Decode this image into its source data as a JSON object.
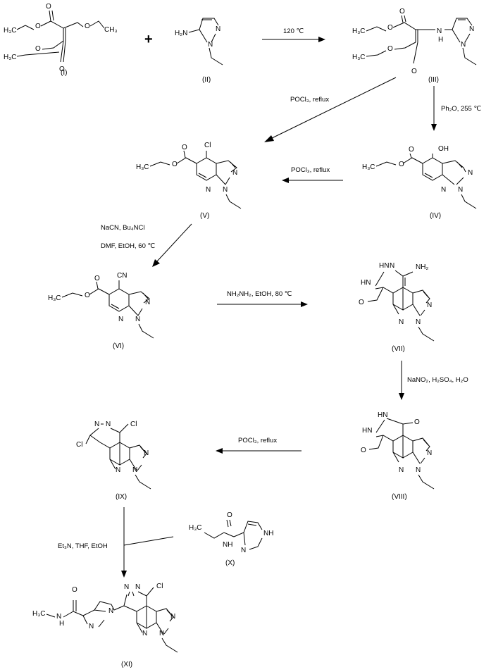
{
  "title": "Synthesis scheme of compound XI",
  "compounds": {
    "I": {
      "label": "(I)"
    },
    "II": {
      "label": "(II)"
    },
    "III": {
      "label": "(III)"
    },
    "IV": {
      "label": "(IV)"
    },
    "V": {
      "label": "(V)"
    },
    "VI": {
      "label": "(VI)"
    },
    "VII": {
      "label": "(VII)"
    },
    "VIII": {
      "label": "(VIII)"
    },
    "IX": {
      "label": "(IX)"
    },
    "X": {
      "label": "(X)"
    },
    "XI": {
      "label": "(XI)"
    }
  },
  "conditions": {
    "step1": "120 ℃",
    "step2a": "POCl₃, reflux",
    "step2b": "Ph₂O, 255 ℃",
    "step3": "POCl₃, reflux",
    "step4a": "NaCN, Bu₄NCl",
    "step4b": "DMF, EtOH, 60 ℃",
    "step5": "NH₂NH₂, EtOH, 80 ℃",
    "step6": "NaNO₂, H₂SO₄, H₂O",
    "step7": "POCl₃, reflux",
    "step8": "Et₃N, THF, EtOH"
  },
  "plus_sign": "+",
  "atoms": {
    "H3C": "H₃C",
    "O": "O",
    "N": "N",
    "NH": "NH",
    "HN": "HN",
    "H2N": "H₂N",
    "Cl": "Cl",
    "CN": "CN",
    "OH": "OH",
    "NH2": "NH₂"
  }
}
